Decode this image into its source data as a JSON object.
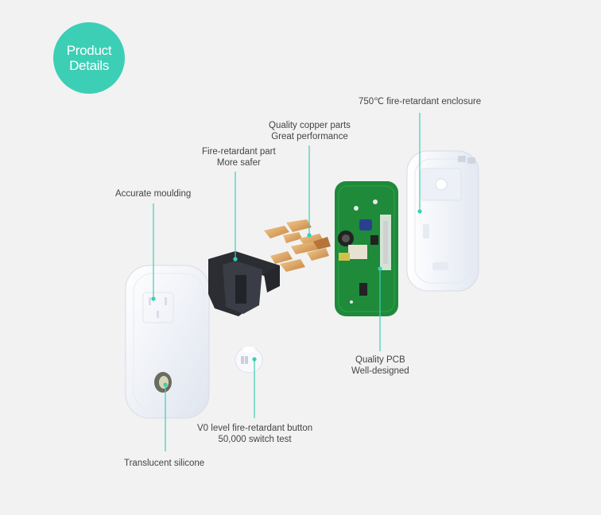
{
  "badge": {
    "line1": "Product",
    "line2": "Details"
  },
  "labels": {
    "enclosure": "750℃ fire-retardant enclosure",
    "copper": [
      "Quality copper parts",
      "Great performance"
    ],
    "fire_part": [
      "Fire-retardant part",
      "More safer"
    ],
    "moulding": "Accurate moulding",
    "pcb": [
      "Quality PCB",
      "Well-designed"
    ],
    "button": [
      "V0 level fire-retardant button",
      "50,000 switch test"
    ],
    "silicone": "Translucent silicone"
  },
  "colors": {
    "accent": "#3ccfb6",
    "leader": "#3ccfb6",
    "pcb_green": "#1e8a3a",
    "copper": "#d9a05b",
    "plastic_white": "#ffffff",
    "frame_dark": "#2b2d33",
    "background": "#f2f2f2"
  }
}
